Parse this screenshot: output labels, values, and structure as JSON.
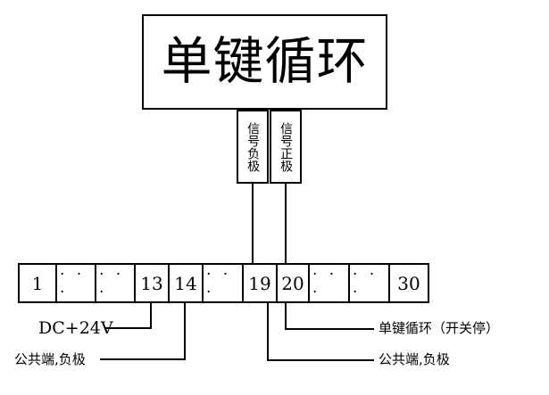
{
  "diagram": {
    "title_box": {
      "text": "单键循环"
    },
    "signal_boxes": [
      {
        "name": "signal-negative",
        "text": "信号负极"
      },
      {
        "name": "signal-positive",
        "text": "信号正极"
      }
    ],
    "terminal_strip": {
      "cells": [
        {
          "label": "1",
          "type": "number",
          "width": 42
        },
        {
          "label": "· · ·",
          "type": "dots",
          "width": 44
        },
        {
          "label": "· · ·",
          "type": "dots",
          "width": 44
        },
        {
          "label": "13",
          "type": "number",
          "width": 38
        },
        {
          "label": "14",
          "type": "number",
          "width": 38
        },
        {
          "label": "· · ·",
          "type": "dots",
          "width": 45
        },
        {
          "label": "19",
          "type": "number",
          "width": 38
        },
        {
          "label": "20",
          "type": "number",
          "width": 36
        },
        {
          "label": "· · ·",
          "type": "dots",
          "width": 45
        },
        {
          "label": "· · ·",
          "type": "dots",
          "width": 45
        },
        {
          "label": "30",
          "type": "number",
          "width": 42
        }
      ]
    },
    "callouts": {
      "dc_24v": "DC+24V",
      "common_left": "公共端,负极",
      "cycle_right": "单键循环（开关停）",
      "common_right": "公共端,负极"
    },
    "colors": {
      "line": "#000000",
      "background": "#ffffff",
      "text": "#000000"
    }
  }
}
